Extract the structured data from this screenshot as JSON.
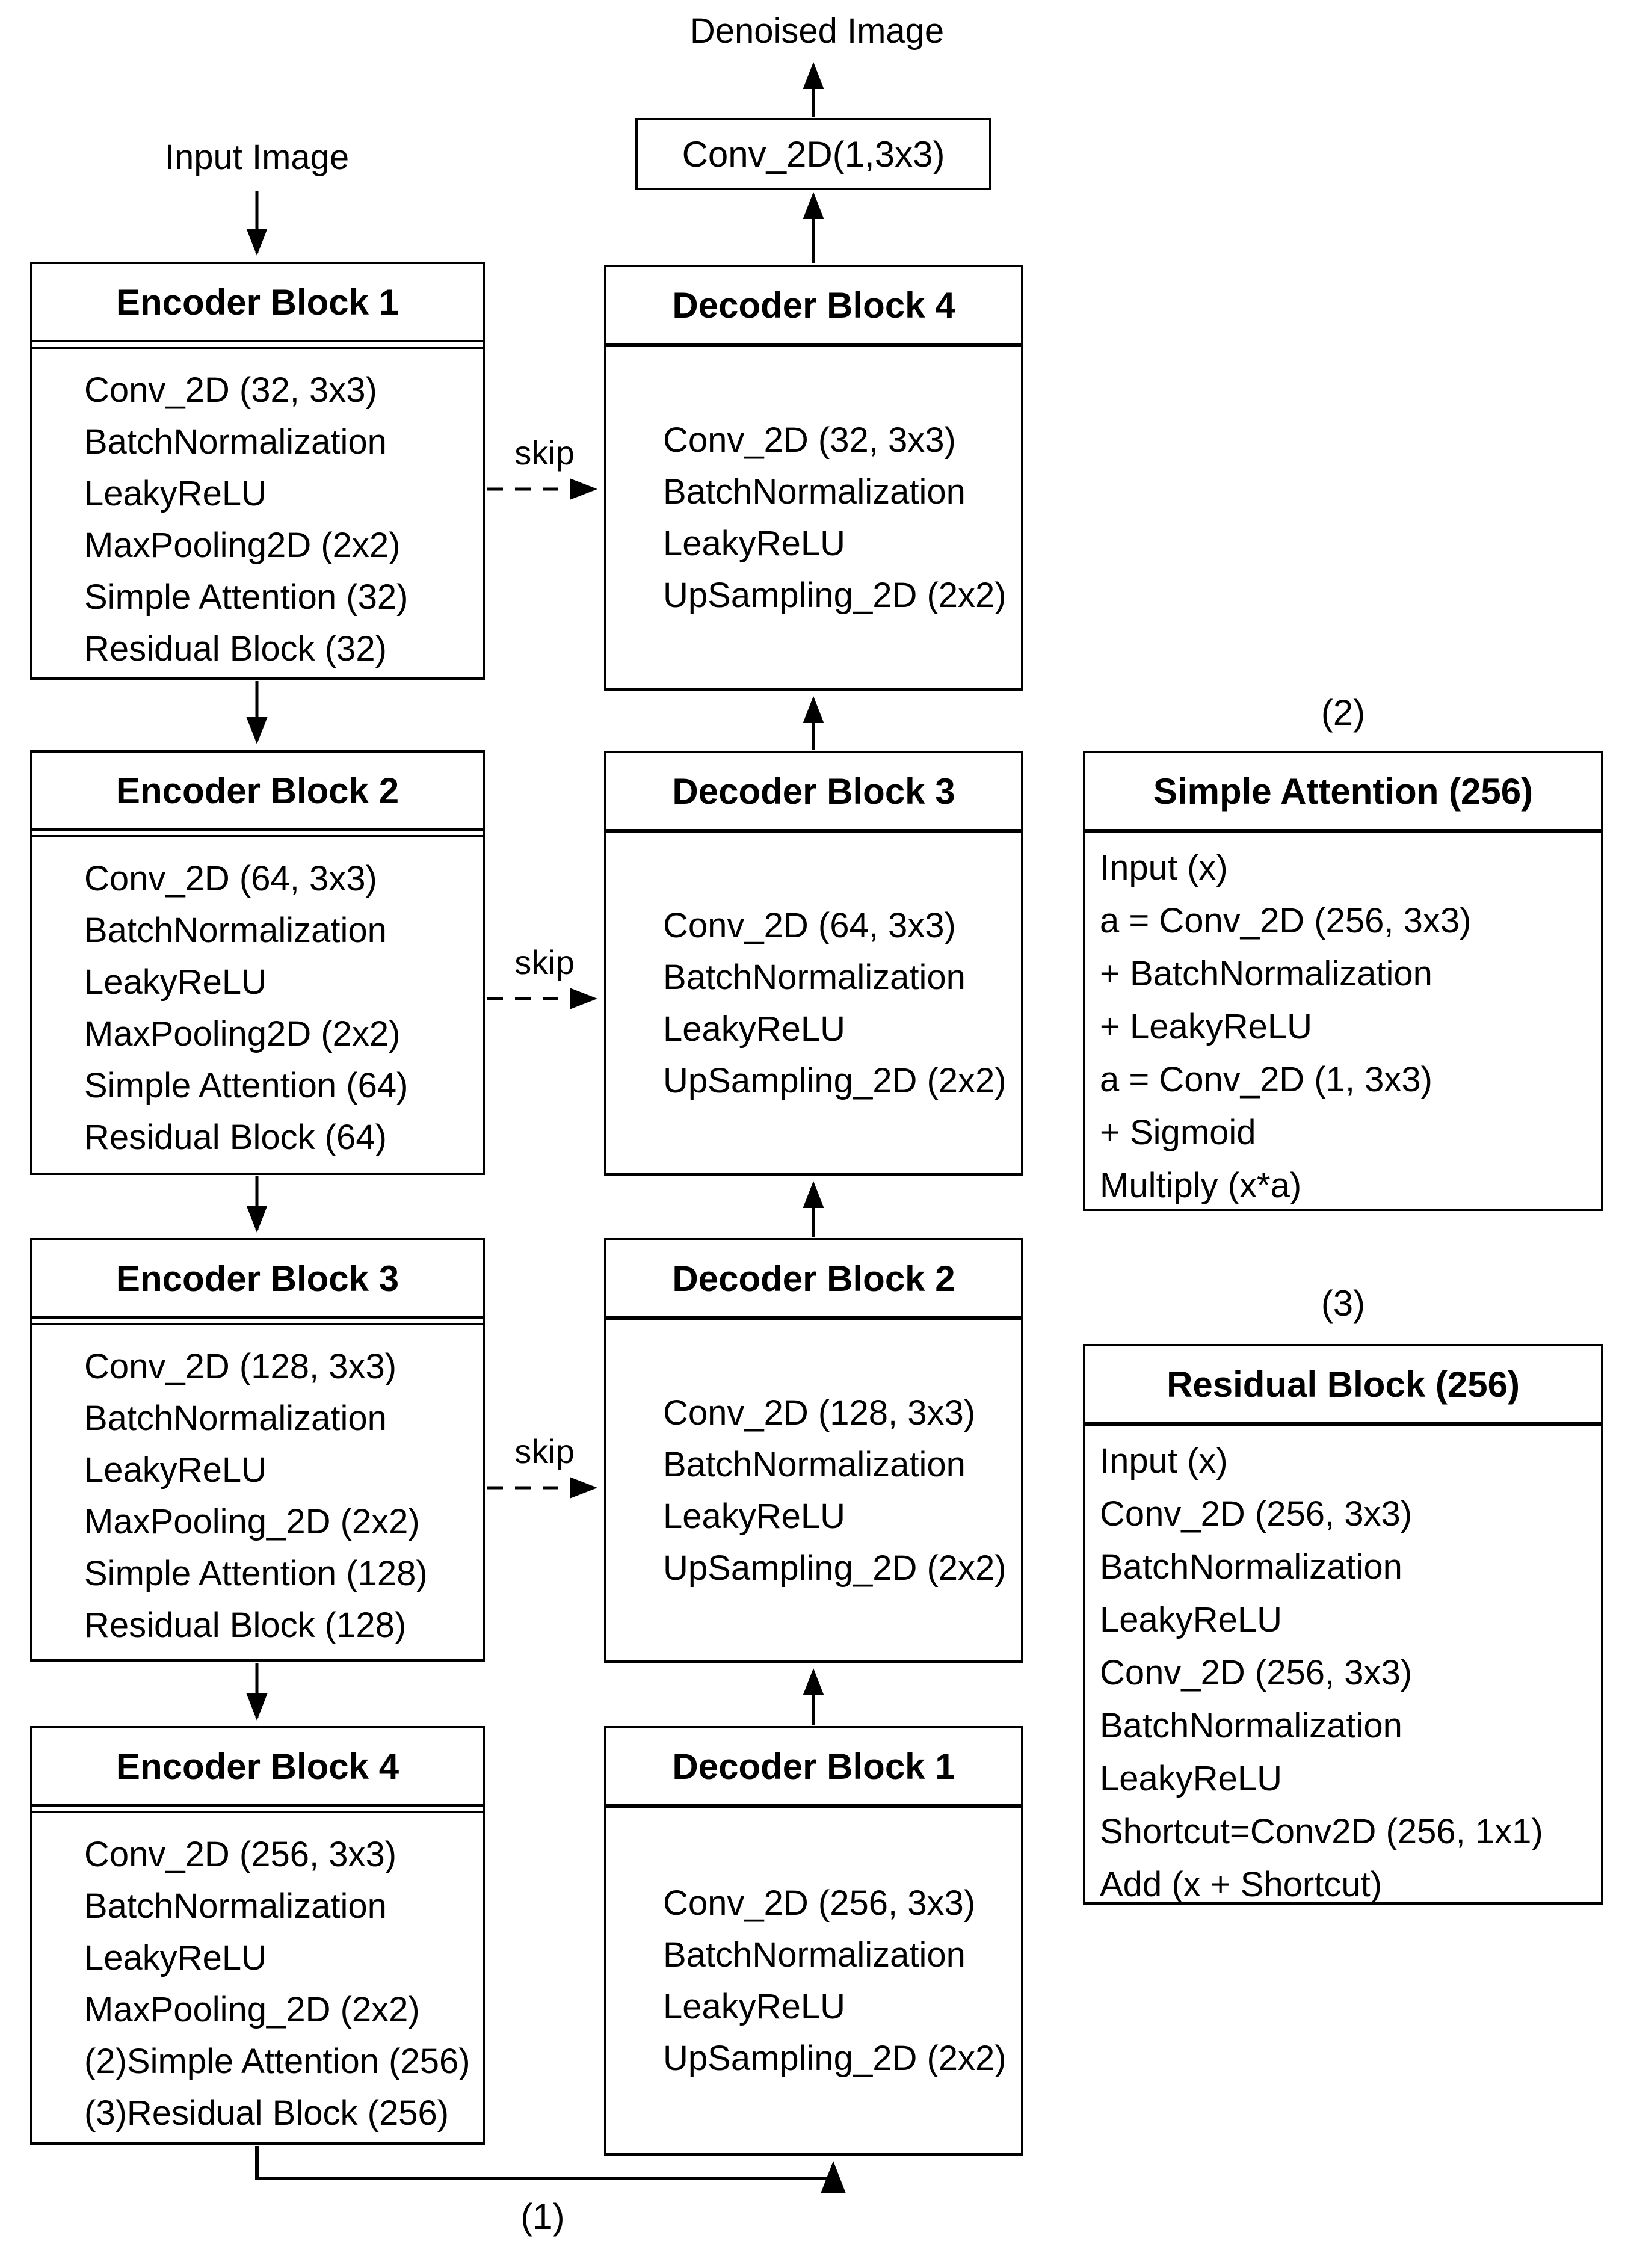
{
  "diagram": {
    "input_label": "Input Image",
    "output_label": "Denoised Image",
    "output_conv_label": "Conv_2D(1,3x3)",
    "skip_label": "skip",
    "annotation_1": "(1)"
  },
  "encoder_blocks": [
    {
      "title": "Encoder Block 1",
      "lines": [
        "Conv_2D (32, 3x3)",
        "BatchNormalization",
        "LeakyReLU",
        "MaxPooling2D (2x2)",
        "Simple Attention (32)",
        "Residual Block (32)"
      ]
    },
    {
      "title": "Encoder Block 2",
      "lines": [
        "Conv_2D (64, 3x3)",
        "BatchNormalization",
        "LeakyReLU",
        "MaxPooling2D (2x2)",
        "Simple Attention (64)",
        "Residual Block (64)"
      ]
    },
    {
      "title": "Encoder Block 3",
      "lines": [
        "Conv_2D (128, 3x3)",
        "BatchNormalization",
        "LeakyReLU",
        "MaxPooling_2D (2x2)",
        "Simple Attention (128)",
        "Residual Block (128)"
      ]
    },
    {
      "title": "Encoder Block 4",
      "lines": [
        "Conv_2D (256, 3x3)",
        "BatchNormalization",
        "LeakyReLU",
        "MaxPooling_2D (2x2)",
        "(2)Simple Attention (256)",
        "(3)Residual Block (256)"
      ]
    }
  ],
  "decoder_blocks": [
    {
      "title": "Decoder Block 4",
      "lines": [
        "Conv_2D (32, 3x3)",
        "BatchNormalization",
        "LeakyReLU",
        "UpSampling_2D (2x2)"
      ]
    },
    {
      "title": "Decoder Block 3",
      "lines": [
        "Conv_2D (64, 3x3)",
        "BatchNormalization",
        "LeakyReLU",
        "UpSampling_2D (2x2)"
      ]
    },
    {
      "title": "Decoder Block 2",
      "lines": [
        "Conv_2D (128, 3x3)",
        "BatchNormalization",
        "LeakyReLU",
        "UpSampling_2D (2x2)"
      ]
    },
    {
      "title": "Decoder Block 1",
      "lines": [
        "Conv_2D (256, 3x3)",
        "BatchNormalization",
        "LeakyReLU",
        "UpSampling_2D (2x2)"
      ]
    }
  ],
  "detail_blocks": [
    {
      "annotation": "(2)",
      "title": "Simple Attention (256)",
      "lines": [
        "Input (x)",
        "a = Conv_2D (256, 3x3)",
        "+ BatchNormalization",
        "+ LeakyReLU",
        "a = Conv_2D (1, 3x3)",
        "+ Sigmoid",
        "Multiply (x*a)"
      ]
    },
    {
      "annotation": "(3)",
      "title": "Residual Block (256)",
      "lines": [
        "Input (x)",
        "Conv_2D (256, 3x3)",
        "BatchNormalization",
        "LeakyReLU",
        "Conv_2D (256, 3x3)",
        "BatchNormalization",
        "LeakyReLU",
        "Shortcut=Conv2D (256, 1x1)",
        "Add (x + Shortcut)"
      ]
    }
  ],
  "colors": {
    "line": "#000000",
    "background": "#ffffff"
  }
}
